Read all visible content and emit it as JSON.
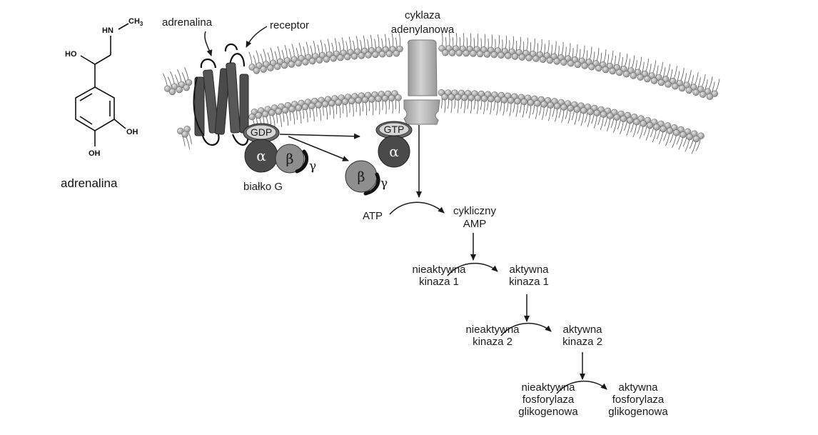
{
  "molecule": {
    "caption": "adrenalina",
    "atoms": {
      "nh": "HN",
      "ch3": "CH",
      "ch3_sub": "3",
      "ho_side": "HO",
      "oh_ring": "OH",
      "oh_para": "OH"
    }
  },
  "membrane": {
    "labels": {
      "adrenaline": "adrenalina",
      "receptor": "receptor",
      "cyclase_line1": "cyklaza",
      "cyclase_line2": "adenylanowa"
    }
  },
  "g_protein": {
    "gdp": "GDP",
    "gtp": "GTP",
    "alpha": "α",
    "beta": "β",
    "gamma": "γ",
    "caption": "białko G"
  },
  "cascade": {
    "atp": "ATP",
    "camp_line1": "cykliczny",
    "camp_line2": "AMP",
    "steps": [
      {
        "inactive": [
          "nieaktywna",
          "kinaza 1"
        ],
        "active": [
          "aktywna",
          "kinaza 1"
        ]
      },
      {
        "inactive": [
          "nieaktywna",
          "kinaza 2"
        ],
        "active": [
          "aktywna",
          "kinaza 2"
        ]
      },
      {
        "inactive": [
          "nieaktywna",
          "fosforylaza",
          "glikogenowa"
        ],
        "active": [
          "aktywna",
          "fosforylaza",
          "glikogenowa"
        ]
      }
    ]
  },
  "colors": {
    "lipid_head": "#a3a3a3",
    "protein_dark": "#505050",
    "cyclase": "#b8b8b8",
    "alpha": "#4a4a4a",
    "beta": "#8e8e8e",
    "line": "#1a1a1a"
  }
}
